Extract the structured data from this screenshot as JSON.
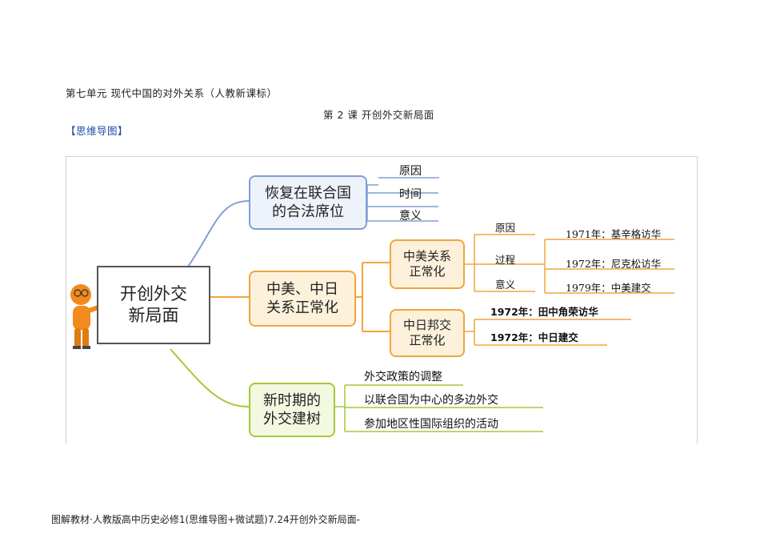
{
  "header": {
    "unit_title": "第七单元 现代中国的对外关系（人教新课标）",
    "lesson_title": "第 2 课 开创外交新局面",
    "section_tag": "【思维导图】"
  },
  "mindmap": {
    "center": "开创外交\n新局面",
    "branch1": {
      "label": "恢复在联合国\n的合法席位",
      "items": [
        "原因",
        "时间",
        "意义"
      ]
    },
    "branch2": {
      "label": "中美、中日\n关系正常化",
      "sino_us": {
        "label": "中美关系\n正常化",
        "items": [
          "原因",
          "过程",
          "意义"
        ],
        "process_events": [
          "1971年：基辛格访华",
          "1972年：尼克松访华",
          "1979年：中美建交"
        ]
      },
      "sino_jp": {
        "label": "中日邦交\n正常化",
        "events": [
          "1972年：田中角荣访华",
          "1972年：中日建交"
        ]
      }
    },
    "branch3": {
      "label": "新时期的\n外交建树",
      "items": [
        "外交政策的调整",
        "以联合国为中心的多边外交",
        "参加地区性国际组织的活动"
      ]
    }
  },
  "colors": {
    "blue_branch": "#7f9fd2",
    "orange_branch": "#f0a63a",
    "green_branch": "#a3c93a"
  },
  "footer": "图解教材·人教版高中历史必修1(思维导图+微试题)7.24开创外交新局面-"
}
